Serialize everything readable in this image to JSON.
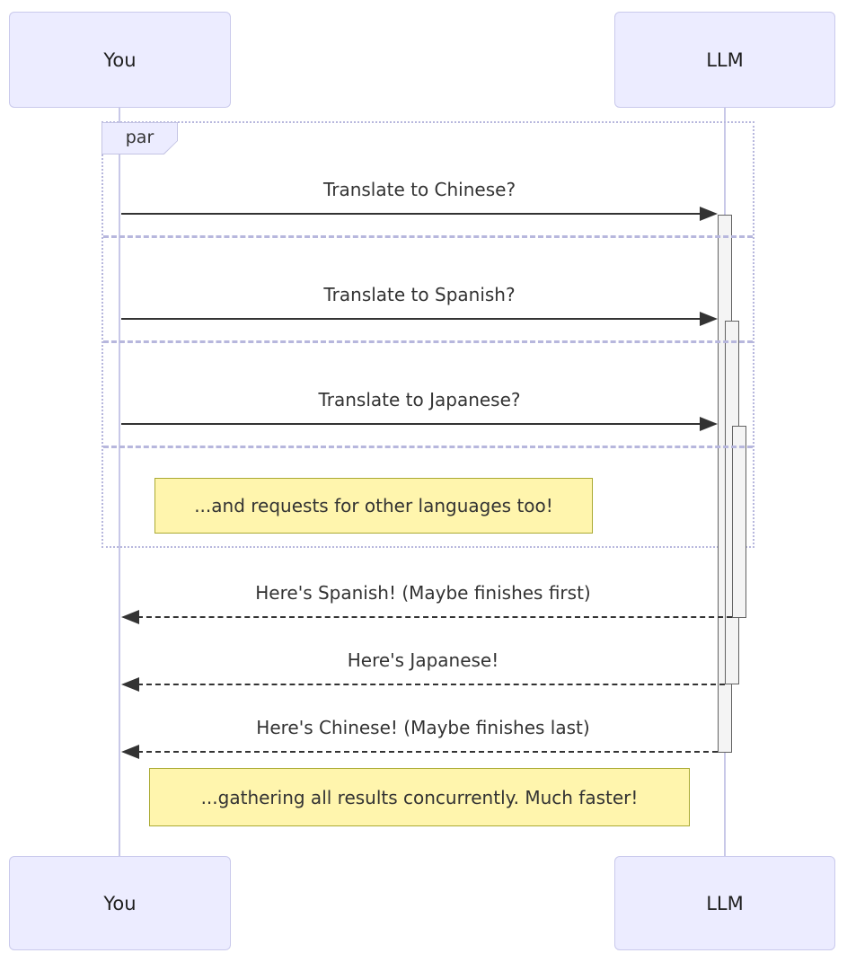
{
  "diagram_type": "sequence-diagram",
  "actors": {
    "left": {
      "label": "You"
    },
    "right": {
      "label": "LLM"
    }
  },
  "par_block": {
    "label": "par"
  },
  "messages": [
    {
      "from": "You",
      "to": "LLM",
      "label": "Translate to Chinese?",
      "line": "solid",
      "direction": "right"
    },
    {
      "from": "You",
      "to": "LLM",
      "label": "Translate to Spanish?",
      "line": "solid",
      "direction": "right"
    },
    {
      "from": "You",
      "to": "LLM",
      "label": "Translate to Japanese?",
      "line": "solid",
      "direction": "right"
    },
    {
      "from": "LLM",
      "to": "You",
      "label": "Here's Spanish! (Maybe finishes first)",
      "line": "dashed",
      "direction": "left"
    },
    {
      "from": "LLM",
      "to": "You",
      "label": "Here's Japanese!",
      "line": "dashed",
      "direction": "left"
    },
    {
      "from": "LLM",
      "to": "You",
      "label": "Here's Chinese! (Maybe finishes last)",
      "line": "dashed",
      "direction": "left"
    }
  ],
  "notes": [
    {
      "text": "...and requests for other languages too!"
    },
    {
      "text": "...gathering all results concurrently. Much faster!"
    }
  ],
  "icons": [
    "arrowhead-right-icon",
    "arrowhead-left-icon"
  ],
  "colors": {
    "actor_fill": "#ECECFF",
    "actor_border": "#c9c9ec",
    "lifeline": "#c8c8e8",
    "par_border": "#b7b7dd",
    "note_fill": "#fff5ad",
    "note_border": "#aaaa33",
    "activation_fill": "#f4f4f4",
    "activation_border": "#636363",
    "message_line": "#333333",
    "text": "#333333",
    "background": "#ffffff"
  }
}
